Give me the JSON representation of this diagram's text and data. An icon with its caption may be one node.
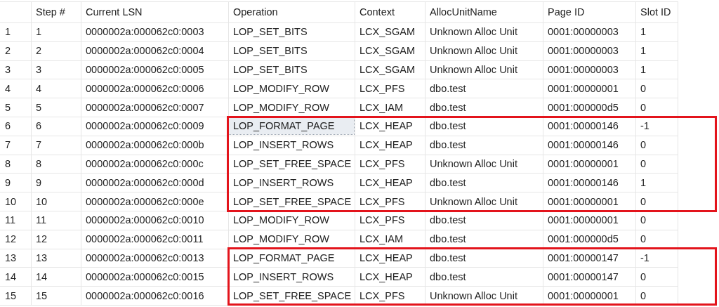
{
  "diagram": {
    "nodes": [
      {
        "text": [],
        "shape": "box"
      },
      {
        "text": [],
        "shape": "box"
      }
    ],
    "labels": [
      "Step #",
      "Current LSN",
      "Operation",
      "Context",
      "AllocUnitName",
      "Page ID",
      "Slot ID",
      "1",
      "1",
      "0000002a:000062c0:0003",
      "LOP_SET_BITS",
      "LCX_SGAM",
      "Unknown Alloc Unit",
      "0001:00000003",
      "1",
      "2",
      "2",
      "0000002a:000062c0:0004",
      "LOP_SET_BITS",
      "LCX_SGAM",
      "Unknown Alloc Unit",
      "0001:00000003",
      "1",
      "3",
      "3",
      "0000002a:000062c0:0005",
      "LOP_SET_BITS",
      "LCX_SGAM",
      "Unknown Alloc Unit",
      "0001:00000003",
      "1",
      "4",
      "4",
      "0000002a:000062c0:0006",
      "LOP_MODIFY_ROW",
      "LCX_PFS",
      "dbo.test",
      "0001:00000001",
      "0",
      "5",
      "5",
      "0000002a:000062c0:0007",
      "LOP_MODIFY_ROW",
      "LCX_IAM",
      "dbo.test",
      "0001:000000d5",
      "0",
      "6",
      "6",
      "0000002a:000062c0:0009",
      "LOP_FORMAT_PAGE",
      "LCX_HEAP",
      "dbo.test",
      "0001:00000146",
      "-1",
      "7",
      "7",
      "0000002a:000062c0:000b",
      "LOP_INSERT_ROWS",
      "LCX_HEAP",
      "dbo.test",
      "0001:00000146",
      "0",
      "8",
      "8",
      "0000002a:000062c0:000c",
      "LOP_SET_FREE_SPACE",
      "LCX_PFS",
      "Unknown Alloc Unit",
      "0001:00000001",
      "0",
      "9",
      "9",
      "0000002a:000062c0:000d",
      "LOP_INSERT_ROWS",
      "LCX_HEAP",
      "dbo.test",
      "0001:00000146",
      "1",
      "10",
      "10",
      "0000002a:000062c0:000e",
      "LOP_SET_FREE_SPACE",
      "LCX_PFS",
      "Unknown Alloc Unit",
      "0001:00000001",
      "0",
      "11",
      "11",
      "0000002a:000062c0:0010",
      "LOP_MODIFY_ROW",
      "LCX_PFS",
      "dbo.test",
      "0001:00000001",
      "0",
      "12",
      "12",
      "0000002a:000062c0:0011",
      "LOP_MODIFY_ROW",
      "LCX_IAM",
      "dbo.test",
      "0001:000000d5",
      "0",
      "13",
      "13",
      "0000002a:000062c0:0013",
      "LOP_FORMAT_PAGE",
      "LCX_HEAP",
      "dbo.test",
      "0001:00000147",
      "-1",
      "14",
      "14",
      "0000002a:000062c0:0015",
      "LOP_INSERT_ROWS",
      "LCX_HEAP",
      "dbo.test",
      "0001:00000147",
      "0",
      "15",
      "15",
      "0000002a:000062c0:0016",
      "LOP_SET_FREE_SPACE",
      "LCX_PFS",
      "Unknown Alloc Unit",
      "0001:00000001",
      "0"
    ]
  }
}
